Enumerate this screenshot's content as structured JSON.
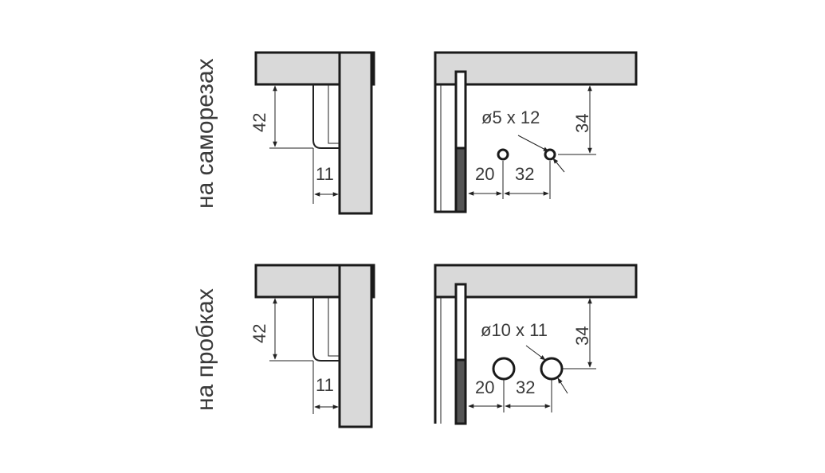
{
  "rows": [
    {
      "side_label": "на саморезах",
      "side_dim_vertical": "42",
      "side_dim_horizontal": "11",
      "front_hole_spec": "ø5 x 12",
      "front_dim_vertical": "34",
      "front_dim_first": "20",
      "front_dim_second": "32"
    },
    {
      "side_label": "на пробках",
      "side_dim_vertical": "42",
      "side_dim_horizontal": "11",
      "front_hole_spec": "ø10 x 11",
      "front_dim_vertical": "34",
      "front_dim_first": "20",
      "front_dim_second": "32"
    }
  ]
}
